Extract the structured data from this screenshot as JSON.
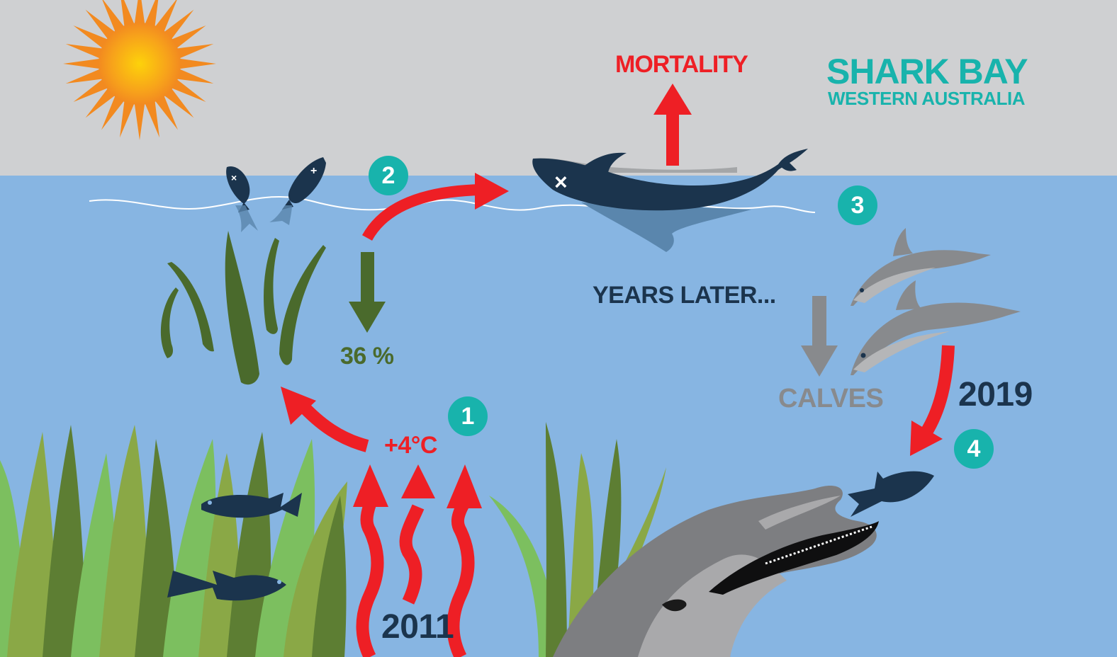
{
  "title": {
    "main": "SHARK BAY",
    "sub": "WESTERN AUSTRALIA"
  },
  "labels": {
    "mortality": "MORTALITY",
    "years_later": "YEARS LATER...",
    "seagrass_loss": "36 %",
    "temperature": "+4°C",
    "year_start": "2011",
    "year_end": "2019",
    "calves": "CALVES"
  },
  "steps": [
    "1",
    "2",
    "3",
    "4"
  ],
  "colors": {
    "sky": "#cfd0d2",
    "water": "#87b5e2",
    "accent_teal": "#18b3ac",
    "alert_red": "#ee1f25",
    "seagrass_dark": "#4a6a2c",
    "dark_navy": "#1b344d",
    "dolphin_grey": "#888a8d"
  },
  "icons": [
    "sun-icon",
    "dead-fish-icon",
    "dead-dolphin-icon",
    "seagrass-icon",
    "fish-icon",
    "dolphin-icon",
    "heat-wave-arrow-icon"
  ]
}
